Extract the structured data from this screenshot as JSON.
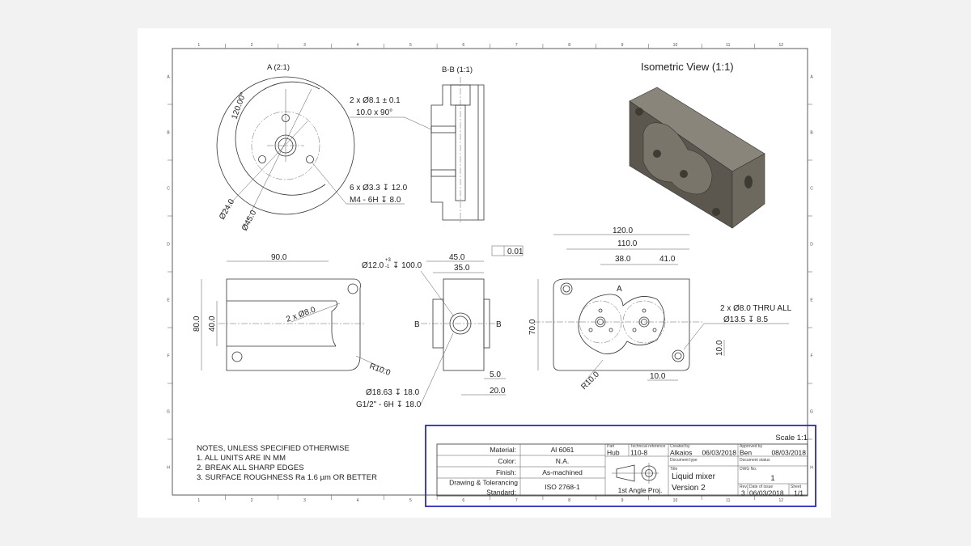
{
  "drawing": {
    "views": {
      "detail_a": {
        "title": "A (2:1)",
        "labels": [
          "120.00°",
          "Ø24.0",
          "Ø45.0",
          "6 x Ø3.3 ↧ 12.0",
          "M4 - 6H ↧ 8.0"
        ]
      },
      "section_bb": {
        "title": "B-B (1:1)",
        "labels": [
          "2 x  Ø8.1 ± 0.1",
          "10.0 x 90°"
        ]
      },
      "isometric": {
        "title": "Isometric View (1:1)",
        "body_color": "#5b574e"
      },
      "front": {
        "labels": [
          "90.0",
          "80.0",
          "40.0",
          "2 x Ø8.0",
          "R10.0"
        ]
      },
      "side": {
        "labels": [
          "45.0",
          "35.0",
          "Ø12.0",
          "+3",
          "-1",
          "↧ 100.0",
          "0.01",
          "B",
          "B",
          "5.0",
          "20.0",
          "Ø18.63 ↧ 18.0",
          "G1/2\" - 6H ↧ 18.0"
        ]
      },
      "top": {
        "labels": [
          "120.0",
          "110.0",
          "38.0",
          "41.0",
          "A",
          "70.0",
          "2 x Ø8.0 THRU ALL",
          "Ø13.5 ↧ 8.5",
          "10.0",
          "10.0",
          "R10.0"
        ]
      }
    },
    "grid_columns": [
      "1",
      "2",
      "3",
      "4",
      "5",
      "6",
      "7",
      "8",
      "9",
      "10",
      "11",
      "12"
    ],
    "grid_rows": [
      "A",
      "B",
      "C",
      "D",
      "E",
      "F",
      "G",
      "H"
    ],
    "notes": {
      "heading": "NOTES, UNLESS SPECIFIED OTHERWISE",
      "items": [
        "1.    ALL UNITS ARE IN MM",
        "2.    BREAK ALL SHARP EDGES",
        "3.    SURFACE ROUGHNESS Ra 1.6 µm OR BETTER"
      ]
    },
    "title_block": {
      "scale": "Scale 1:1",
      "material_label": "Material:",
      "material": "Al 6061",
      "color_label": "Color:",
      "color": "N.A.",
      "finish_label": "Finish:",
      "finish": "As-machined",
      "standard_label_1": "Drawing & Tolerancing",
      "standard_label_2": "Standard:",
      "standard": "ISO 2768-1",
      "part_label": "Part",
      "part": "Hub",
      "tech_ref_label": "Technical reference",
      "tech_ref": "110-8",
      "created_by_label": "Created by",
      "created_by": "Alkaios",
      "created_date": "06/03/2018",
      "approved_by_label": "Approved by",
      "approved_by": "Ben",
      "approved_date": "08/03/2018",
      "doc_type_label": "Document type",
      "doc_status_label": "Document status",
      "title_label": "Title",
      "title_1": "Liquid mixer",
      "title_2": "Version 2",
      "dwg_no_label": "DWG No.",
      "dwg_no": "1",
      "rev_label": "Rev.",
      "rev": "3",
      "issue_date_label": "Date of issue",
      "issue_date": "06/03/2018",
      "sheet_label": "Sheet",
      "sheet": "1/1",
      "projection": "1st Angle Proj.",
      "highlight_color": "#2b2bbf"
    }
  }
}
